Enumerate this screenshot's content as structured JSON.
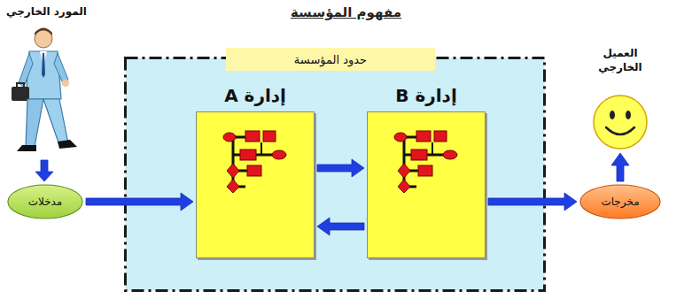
{
  "diagram": {
    "title": "مفهوم المؤسسة",
    "nodes": [
      {
        "text": [
          "المورد الخارجي"
        ]
      },
      {
        "text": [
          "مدخلات"
        ]
      },
      {
        "text": [
          "حدود المؤسسة"
        ]
      },
      {
        "text": [
          "إدارة A"
        ],
        "in": 2
      },
      {
        "text": [
          "إدارة B"
        ],
        "in": 2
      },
      {
        "text": [
          "مخرجات"
        ]
      },
      {
        "text": [
          "العميل الخارجي"
        ]
      }
    ],
    "edges": [
      {
        "from": 0,
        "to": 1,
        "arrow": "to"
      },
      {
        "from": 1,
        "to": 3,
        "arrow": "to"
      },
      {
        "from": 3,
        "to": 4,
        "arrow": "to"
      },
      {
        "from": 4,
        "to": 3,
        "arrow": "to"
      },
      {
        "from": 4,
        "to": 5,
        "arrow": "to"
      },
      {
        "from": 5,
        "to": 6,
        "arrow": "to"
      }
    ]
  }
}
